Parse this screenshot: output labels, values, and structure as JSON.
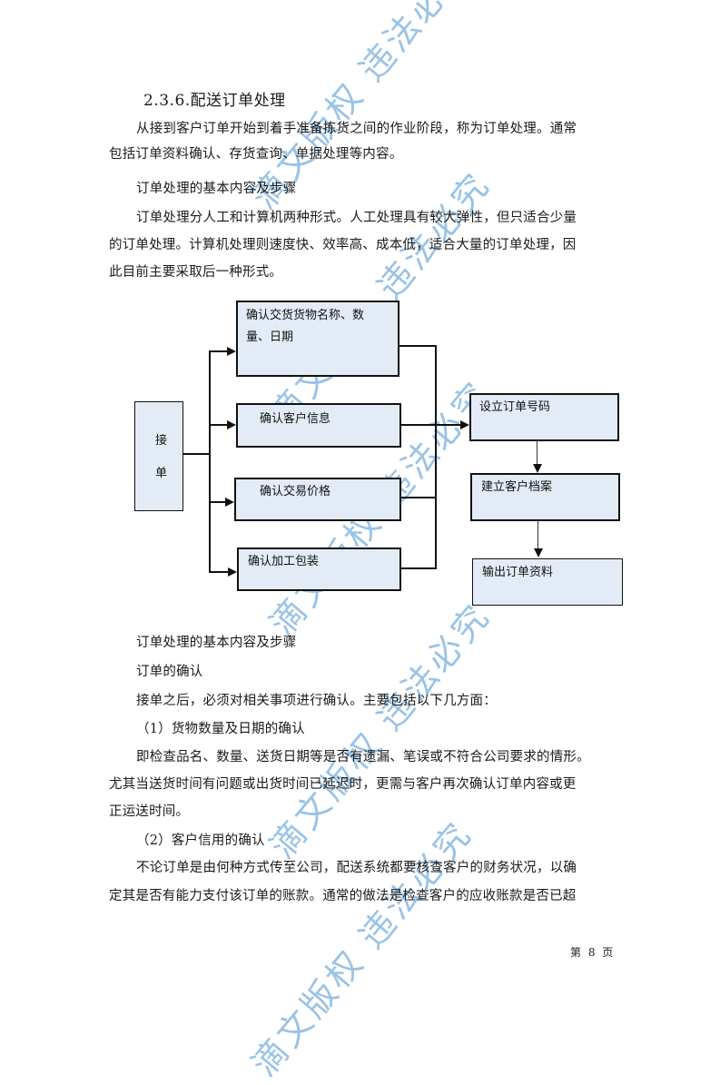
{
  "heading": "2.3.6.配送订单处理",
  "paragraphs": {
    "intro_line1": "从接到客户订单开始到着手准备拣货之间的作业阶段，称为订单处理。通常",
    "intro_line2": "包括订单资料确认、存货查询、单据处理等内容。",
    "subhead1": "订单处理的基本内容及步骤",
    "forms_line1": "订单处理分人工和计算机两种形式。人工处理具有较大弹性，但只适合少量",
    "forms_line2": "的订单处理。计算机处理则速度快、效率高、成本低，适合大量的订单处理，因",
    "forms_line3": "此目前主要采取后一种形式。",
    "subhead2": "订单处理的基本内容及步骤",
    "subhead3": "订单的确认",
    "confirm_intro": "接单之后，必须对相关事项进行确认。主要包括以下几方面：",
    "item1_title": "（1）货物数量及日期的确认",
    "item1_line1": "即检查品名、数量、送货日期等是否有遗漏、笔误或不符合公司要求的情形。",
    "item1_line2": "尤其当送货时间有问题或出货时间已延迟时，更需与客户再次确认订单内容或更",
    "item1_line3": "正运送时间。",
    "item2_title": "（2）客户信用的确认",
    "item2_line1": "不论订单是由何种方式传至公司，配送系统都要核查客户的财务状况，以确",
    "item2_line2": "定其是否有能力支付该订单的账款。通常的做法是检查客户的应收账款是否已超"
  },
  "diagram": {
    "start_box": "接\n\n单",
    "confirm_boxes": [
      "确认交货货物名称、数\n量、日期",
      "确认客户信息",
      "确认交易价格",
      "确认加工包装"
    ],
    "process_boxes": [
      "设立订单号码",
      "建立客户档案",
      "输出订单资料"
    ],
    "box_fill": "#e3ecf6"
  },
  "watermark": "滴文版权  违法必究",
  "footer": {
    "page_label": "第 8 页"
  }
}
